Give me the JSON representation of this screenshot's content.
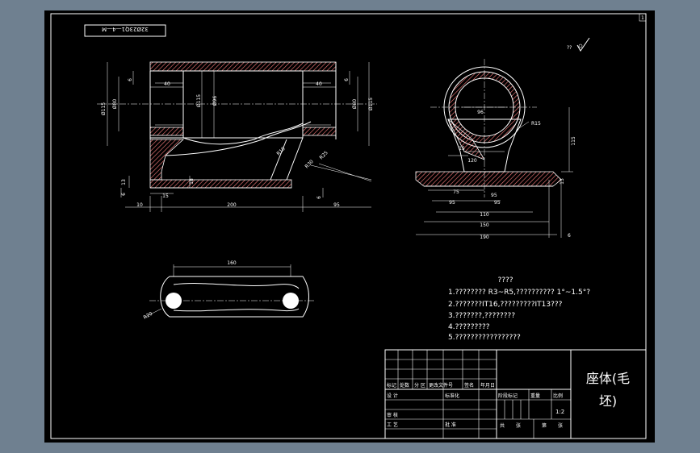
{
  "drawing_number": "32Ø23Q1—4—M",
  "sheet_number": "1",
  "surface_symbol": "??",
  "dims_front": {
    "d115": "Ø115",
    "d80": "Ø80",
    "d6_left": "6",
    "d40_left": "40",
    "d115_bore": "Ø115",
    "d96": "Ø96",
    "d40_right": "40",
    "d6_right": "6",
    "d80_right": "Ø80",
    "d115_right": "Ø115",
    "r10": "R10",
    "r25": "R25",
    "r30": "R30",
    "d13": "13",
    "d6_base": "6",
    "d18": "18",
    "d15": "15",
    "d10": "10",
    "d200": "200",
    "d6_mid": "6",
    "d95": "95"
  },
  "dims_side": {
    "d96": "96",
    "r15": "R15",
    "d15": "15",
    "d120": "120",
    "d115": "115",
    "d75": "75",
    "d95_inner": "95",
    "d95_left": "95",
    "d110": "110",
    "d150": "150",
    "d190": "190",
    "d6": "6",
    "d13": "13",
    "d95_right": "95"
  },
  "dims_plan": {
    "d160": "160",
    "r20": "R20"
  },
  "notes": {
    "heading": "????",
    "items": [
      "1.???????? R3~R5,?????????? 1°~1.5°?",
      "2.???????IT16,?????????IT13???",
      "3.???????,????????",
      "4.?????????",
      "5.?????????????????"
    ]
  },
  "title_block": {
    "part_name_line1": "座体(毛",
    "part_name_line2": "坯)",
    "scale": "1:2",
    "row_labels": [
      "标记",
      "处数",
      "分 区",
      "更改文件号",
      "签名",
      "年月日"
    ],
    "designer": "设 计",
    "standardization": "标准化",
    "stage_mark": "阶段标记",
    "weight": "重量",
    "scale_label": "比例",
    "checker": "审 核",
    "process": "工 艺",
    "approve": "批 准",
    "total": "共",
    "sheets": "张",
    "sheet_no": "第",
    "sheet_unit": "张"
  }
}
